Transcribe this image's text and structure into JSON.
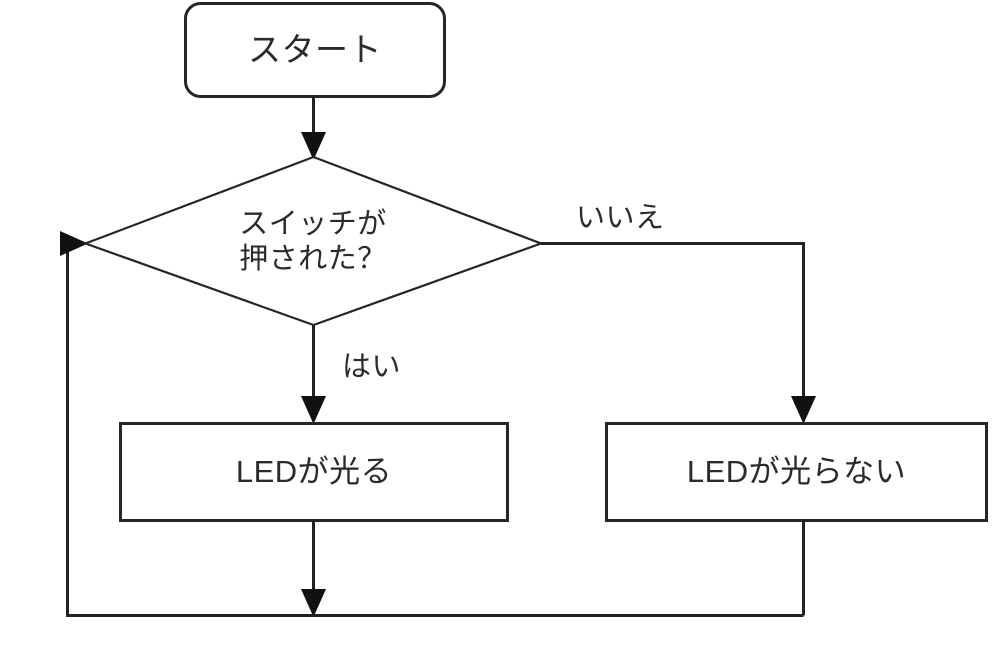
{
  "diagram": {
    "type": "flowchart",
    "title": "",
    "background_color": "#ffffff",
    "line_color": "#222222",
    "text_color": "#2b2b2b",
    "nodes": [
      {
        "id": "start",
        "shape": "rounded-rectangle",
        "label": "スタート"
      },
      {
        "id": "decision",
        "shape": "diamond",
        "label": "スイッチが\n押された？"
      },
      {
        "id": "led-on",
        "shape": "rectangle",
        "label": "LEDが光る"
      },
      {
        "id": "led-off",
        "shape": "rectangle",
        "label": "LEDが光らない"
      }
    ],
    "edges": [
      {
        "id": "start-to-decision",
        "from": "start",
        "to": "decision",
        "label": ""
      },
      {
        "id": "decision-yes",
        "from": "decision",
        "to": "led-on",
        "label": "はい"
      },
      {
        "id": "decision-no",
        "from": "decision",
        "to": "led-off",
        "label": "いいえ"
      },
      {
        "id": "led-on-to-loop",
        "from": "led-on",
        "to": "decision",
        "label": ""
      },
      {
        "id": "led-off-to-loop",
        "from": "led-off",
        "to": "decision",
        "label": ""
      }
    ]
  }
}
